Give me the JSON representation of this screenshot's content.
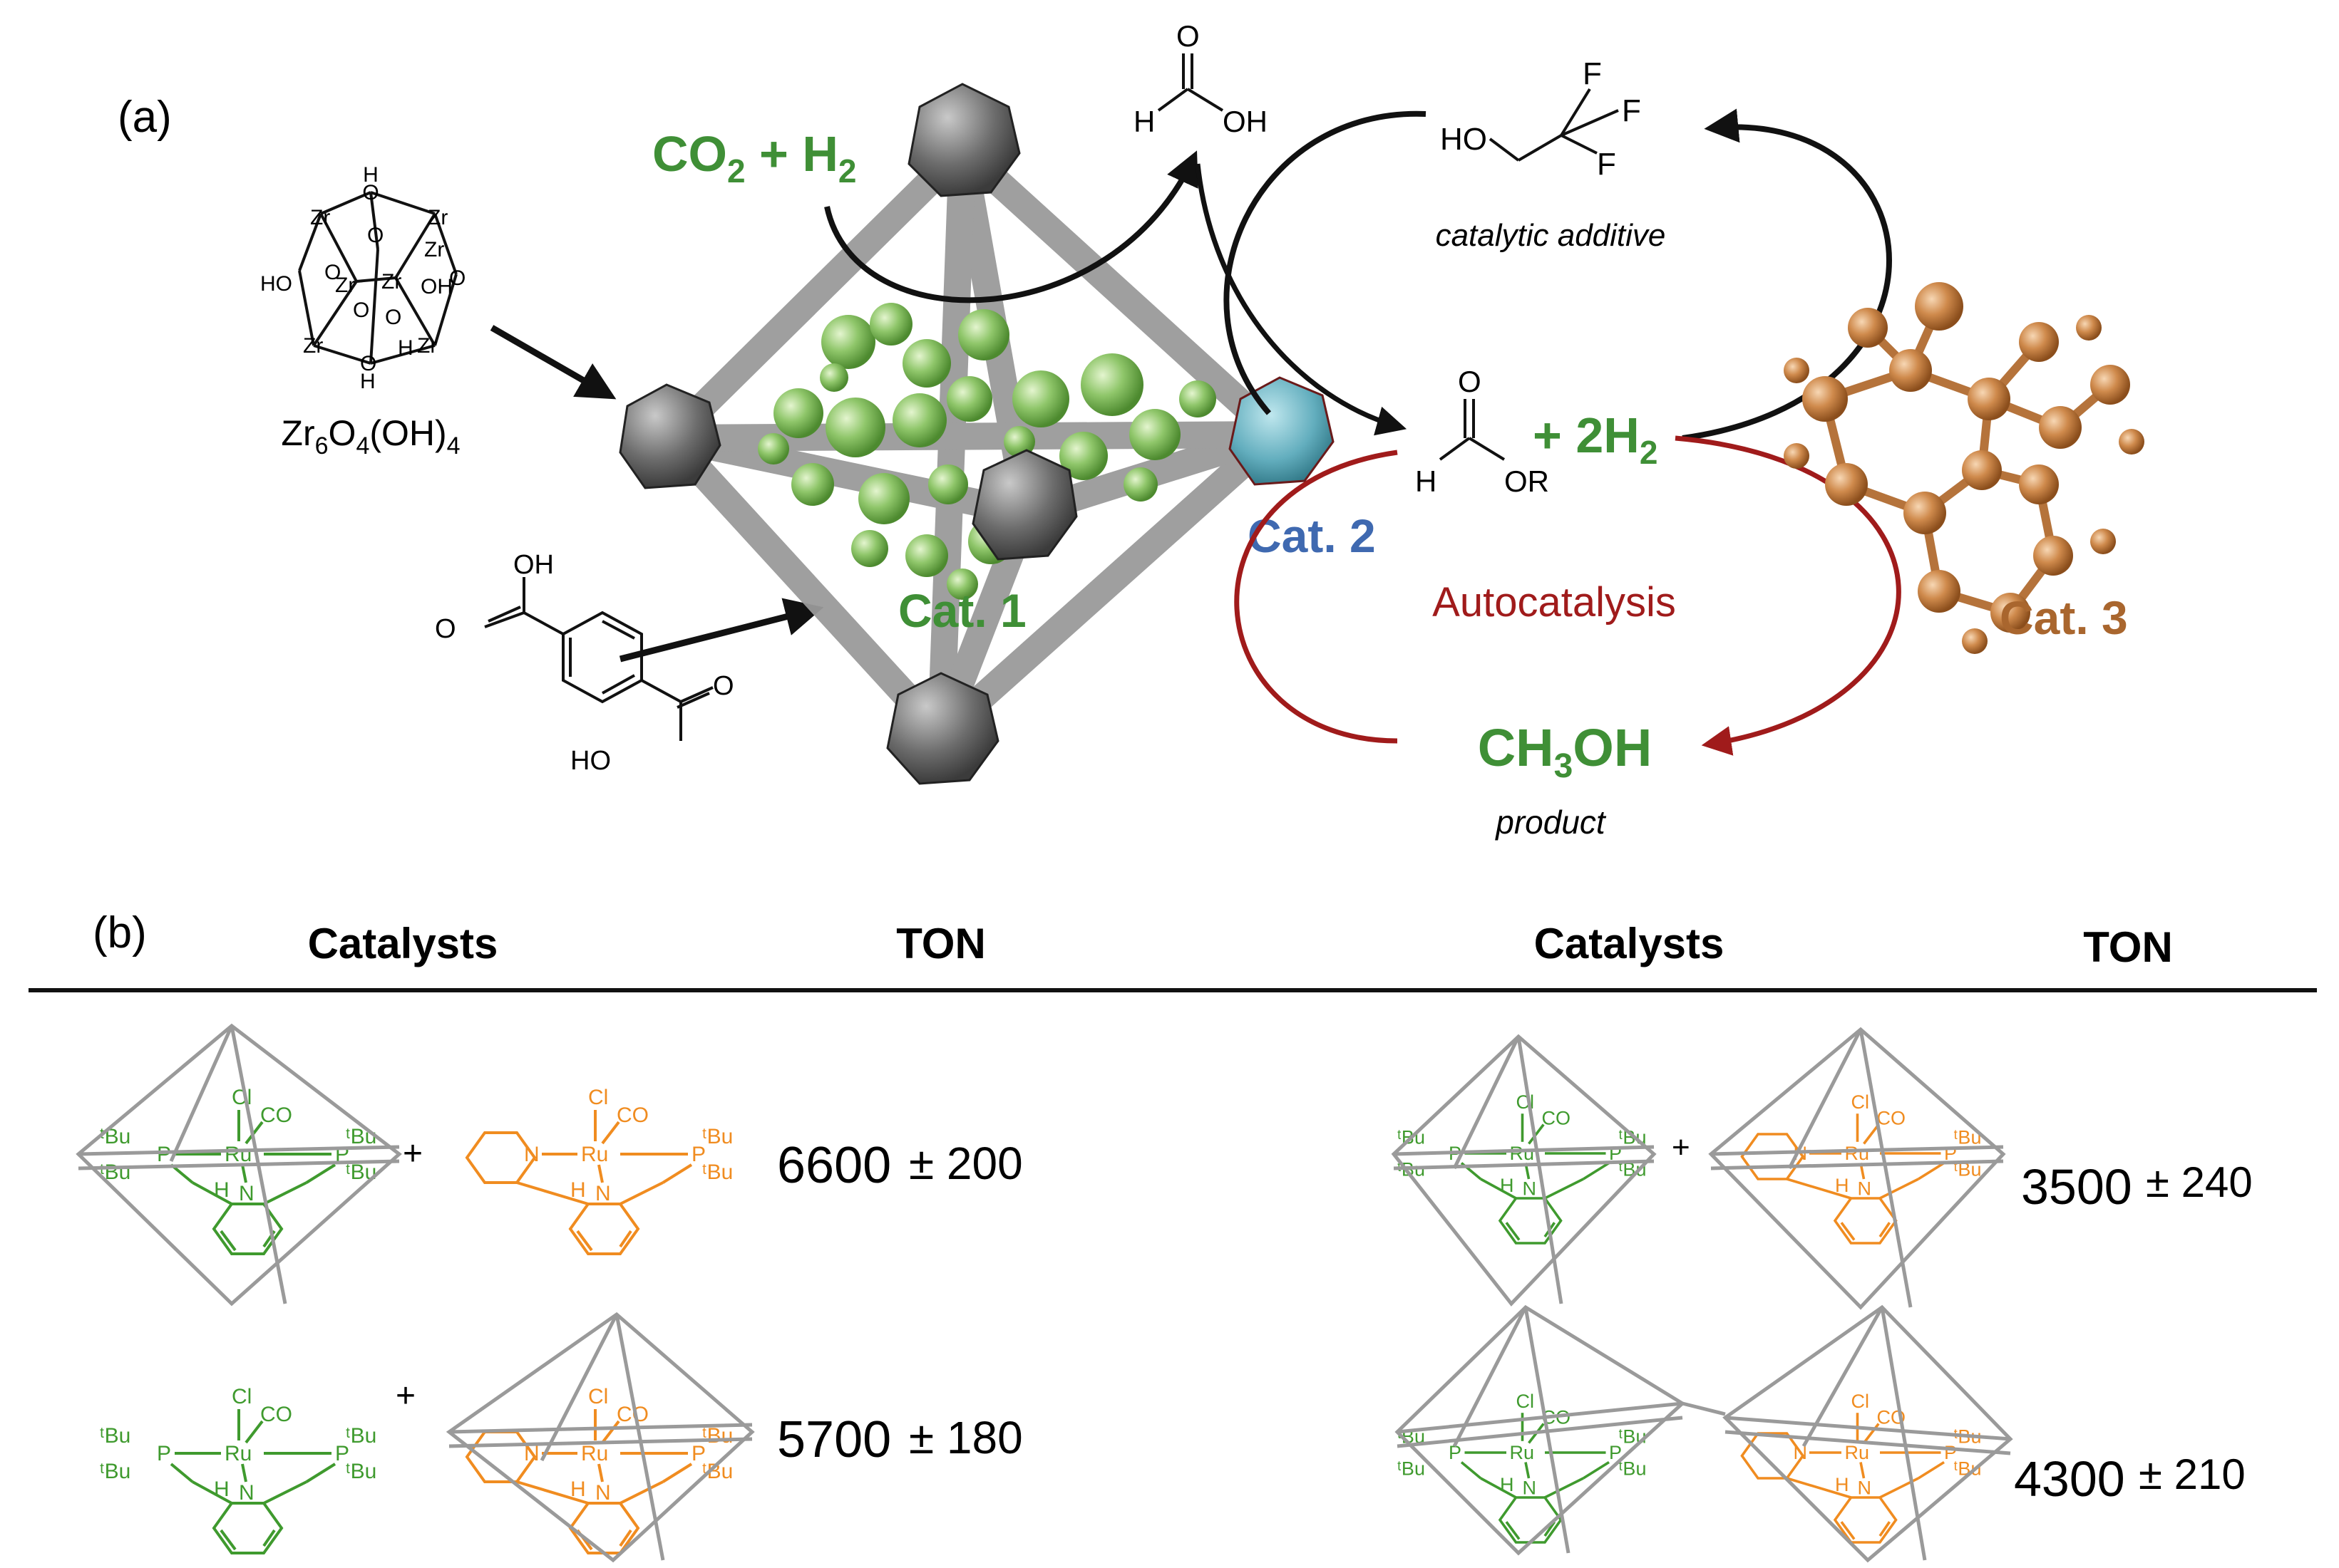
{
  "panel_a": {
    "label": "(a)",
    "cluster_formula": "Zr₆O₄(OH)₄",
    "cluster_formula_parts": [
      "Zr",
      "6",
      "O",
      "4",
      "(OH)",
      "4"
    ],
    "reactant_parts": [
      "CO",
      "2",
      " + H",
      "2"
    ],
    "formic_acid": {
      "h": "H",
      "oh": "OH",
      "o": "O"
    },
    "additive": {
      "ho": "HO",
      "f": "F",
      "caption": "catalytic additive"
    },
    "formate": {
      "h": "H",
      "or": "OR",
      "o": "O"
    },
    "plus_h2_parts": [
      "+ 2H",
      "2"
    ],
    "product_parts": [
      "CH",
      "3",
      "OH"
    ],
    "product_caption": "product",
    "autocatalysis": "Autocatalysis",
    "cat1": "Cat. 1",
    "cat2": "Cat. 2",
    "cat3": "Cat. 3",
    "linker": {
      "oh_top": "OH",
      "o_top": "O",
      "o_bottom": "O",
      "ho_bottom": "HO"
    },
    "zr_atoms": [
      "Zr",
      "Zr",
      "Zr",
      "Zr",
      "Zr",
      "Zr"
    ]
  },
  "panel_b": {
    "label": "(b)",
    "headers": {
      "catalysts_left": "Catalysts",
      "ton_left": "TON",
      "catalysts_right": "Catalysts",
      "ton_right": "TON"
    },
    "rows": [
      {
        "ton": "6600",
        "err": "± 200"
      },
      {
        "ton": "5700",
        "err": "± 180"
      },
      {
        "ton": "3500",
        "err": "± 240"
      },
      {
        "ton": "4300",
        "err": "± 210"
      }
    ],
    "complex_labels": {
      "cl": "Cl",
      "co": "CO",
      "ru": "Ru",
      "p": "P",
      "n": "N",
      "h": "H",
      "tbu": "ᵗBu",
      "plus": "+"
    }
  },
  "colors": {
    "green": "#3f8f36",
    "orange": "#a9662e",
    "blue": "#3f69b0",
    "red": "#a01b1b",
    "grey": "#8a8a8a"
  }
}
